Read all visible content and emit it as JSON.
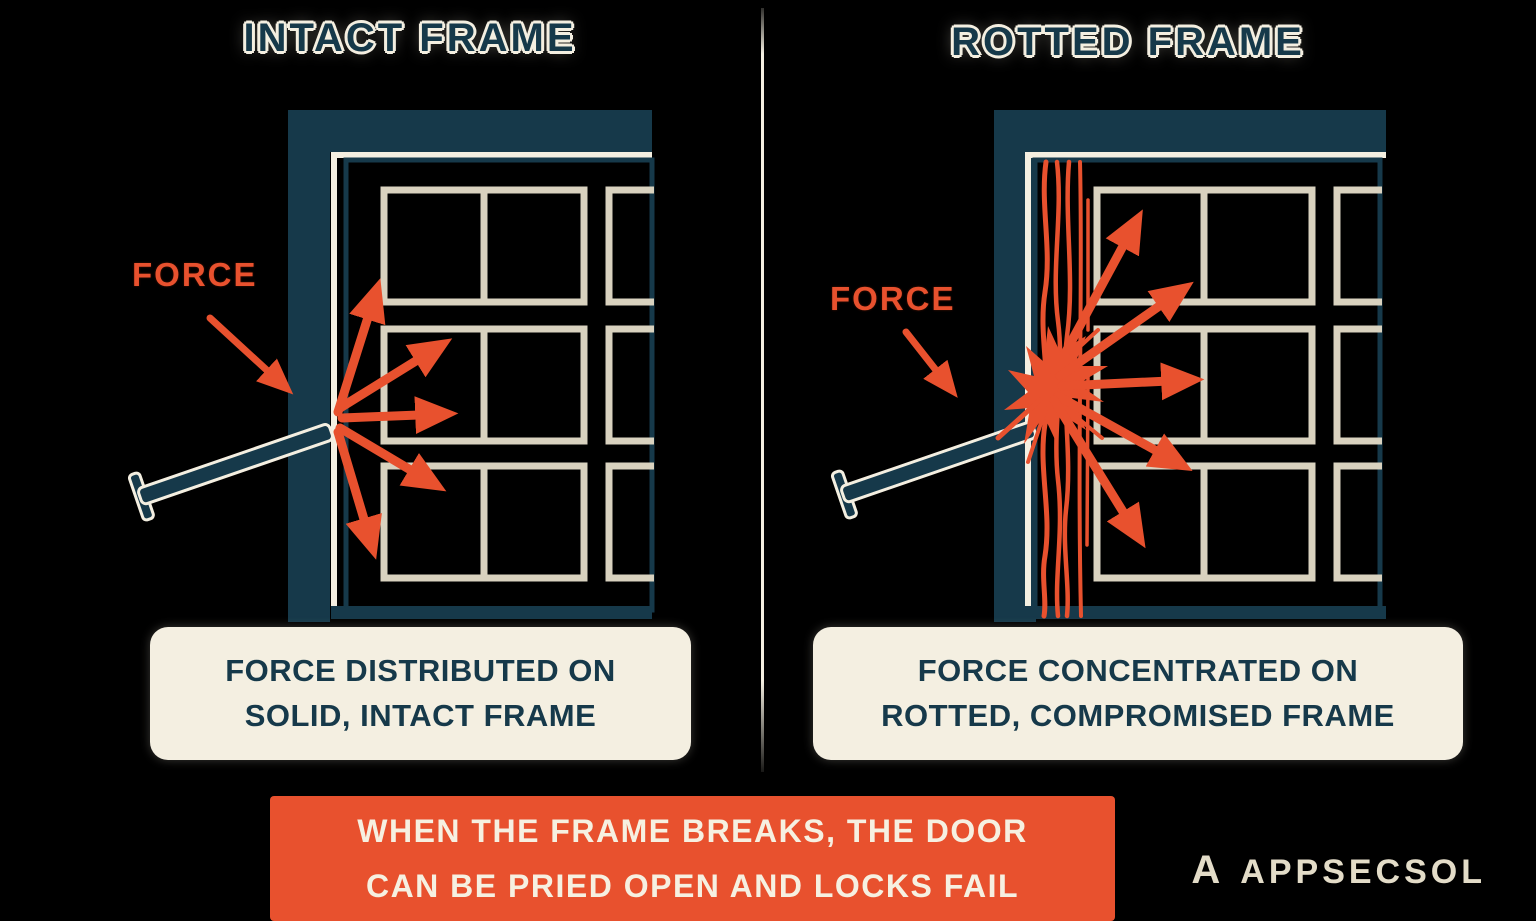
{
  "palette": {
    "background": "#000000",
    "navy": "#16394A",
    "orange": "#E8512E",
    "cream": "#F4EFE1",
    "panel_line": "#D9D2BF",
    "banner_text": "#F6F0E1",
    "logo_color": "#E3DCC8"
  },
  "left_diagram": {
    "title": "INTACT FRAME",
    "force_label": "FORCE",
    "caption_line1": "FORCE DISTRIBUTED ON",
    "caption_line2": "SOLID, INTACT FRAME"
  },
  "right_diagram": {
    "title": "ROTTED FRAME",
    "force_label": "FORCE",
    "caption_line1": "FORCE CONCENTRATED ON",
    "caption_line2": "ROTTED, COMPROMISED FRAME"
  },
  "banner": {
    "line1": "WHEN THE FRAME BREAKS, THE DOOR",
    "line2": "CAN BE PRIED OPEN AND LOCKS FAIL"
  },
  "logo": {
    "mark": "A",
    "text": "APPSECSOL"
  }
}
